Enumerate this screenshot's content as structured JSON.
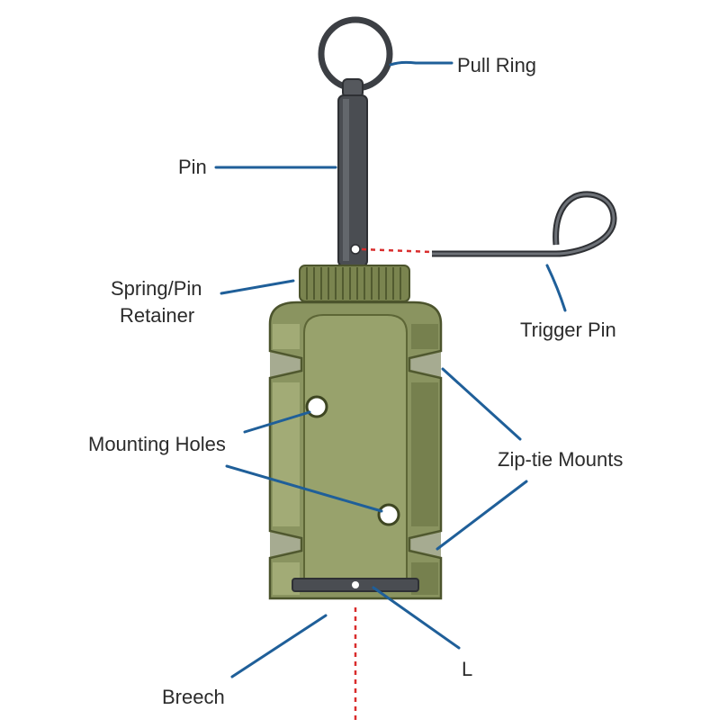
{
  "labels": {
    "pull_ring": "Pull Ring",
    "pin": "Pin",
    "spring_pin_retainer_line1": "Spring/Pin",
    "spring_pin_retainer_line2": "Retainer",
    "trigger_pin": "Trigger Pin",
    "mounting_holes": "Mounting Holes",
    "zip_tie_mounts": "Zip-tie Mounts",
    "l": "L",
    "breech": "Breech"
  },
  "colors": {
    "body": "#8a9460",
    "body_dark": "#66703f",
    "body_light": "#a7b07c",
    "metal": "#4a4d52",
    "leader": "#1f5f99",
    "dashed_line": "#d92d2d"
  }
}
